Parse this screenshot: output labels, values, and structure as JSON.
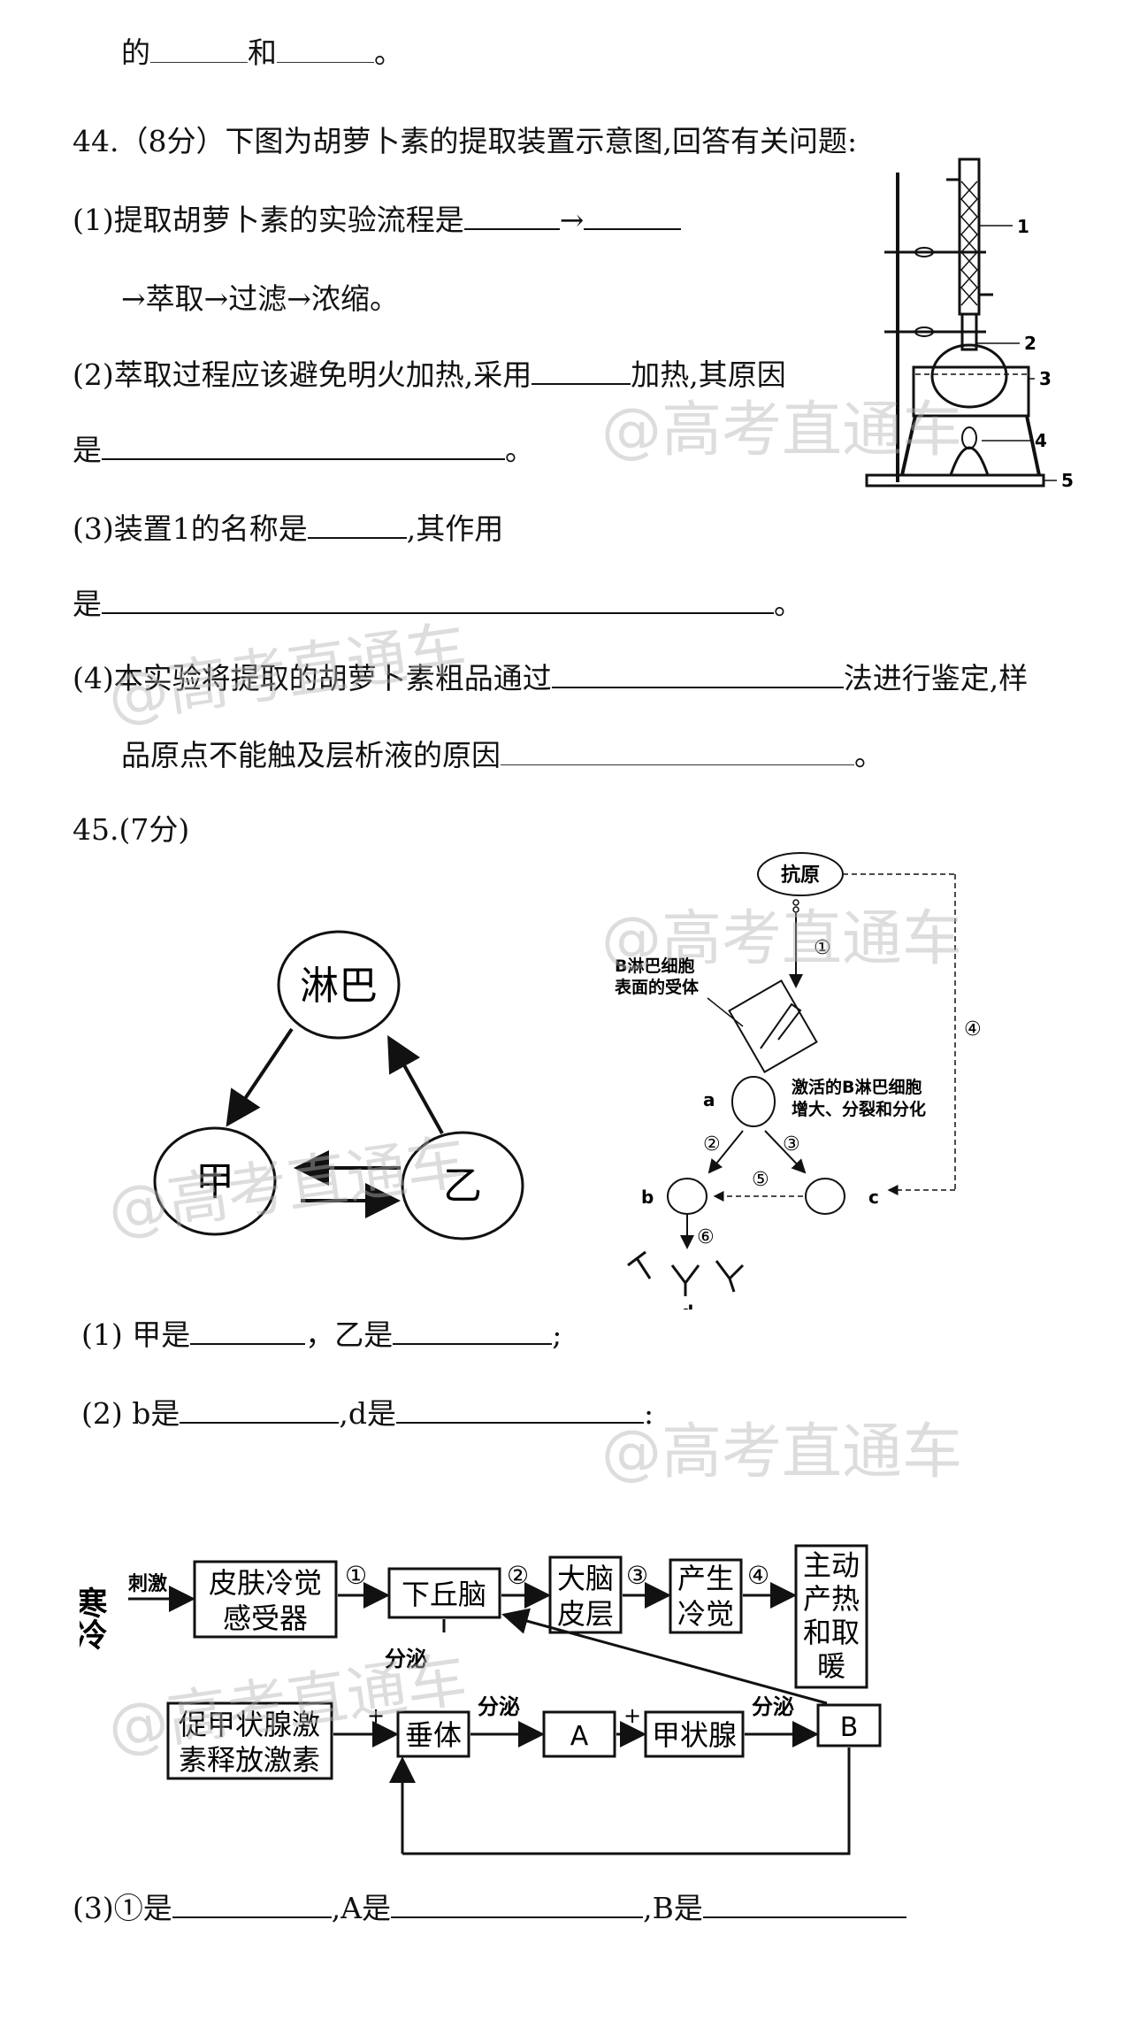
{
  "q43": {
    "text_a": "的",
    "text_b": "和",
    "text_end": "。"
  },
  "q44": {
    "header": "44.（8分）下图为胡萝卜素的提取装置示意图,回答有关问题:",
    "p1_a": "(1)提取胡萝卜素的实验流程是",
    "p1_arrow": "→",
    "p1_b": "→萃取→过滤→浓缩。",
    "p2_a": "(2)萃取过程应该避免明火加热,采用",
    "p2_b": "加热,其原因",
    "p2_c": "是",
    "p2_end": "。",
    "p3_a": "(3)装置1的名称是",
    "p3_b": ",其作用",
    "p3_c": "是",
    "p3_end": "。",
    "p4_a": "(4)本实验将提取的胡萝卜素粗品通过",
    "p4_b": "法进行鉴定,样",
    "p4_c": "品原点不能触及层析液的原因",
    "p4_end": "。",
    "apparatus_labels": [
      "1",
      "2",
      "3",
      "4",
      "5"
    ]
  },
  "q45": {
    "header": "45.(7分)",
    "triangle": {
      "top": "淋巴",
      "left": "甲",
      "right": "乙"
    },
    "immune": {
      "antigen": "抗原",
      "receptor_label_1": "B淋巴细胞",
      "receptor_label_2": "表面的受体",
      "activated_1": "激活的B淋巴细胞",
      "activated_2": "增大、分裂和分化",
      "cells": [
        "a",
        "b",
        "c",
        "d"
      ],
      "steps": [
        "①",
        "②",
        "③",
        "④",
        "⑤",
        "⑥"
      ]
    },
    "s1_a": "(1) 甲是",
    "s1_b": "，乙是",
    "s1_end": ";",
    "s2_a": "(2) b是",
    "s2_b": ",d是",
    "s2_end": ":",
    "flow": {
      "cold": "寒冷",
      "stimulus": "刺激",
      "skin": [
        "皮肤冷觉",
        "感受器"
      ],
      "hypothalamus": "下丘脑",
      "cortex": [
        "大脑",
        "皮层"
      ],
      "feel": [
        "产生",
        "冷觉"
      ],
      "action": [
        "主动",
        "产热",
        "和取",
        "暖"
      ],
      "trh": [
        "促甲状腺激",
        "素释放激素"
      ],
      "pituitary": "垂体",
      "thyroid": "甲状腺",
      "hormone_a": "A",
      "hormone_b": "B",
      "secrete": "分泌",
      "plus": "+",
      "steps": [
        "①",
        "②",
        "③",
        "④"
      ]
    },
    "s3_a": "(3)①是",
    "s3_b": ",A是",
    "s3_c": ",B是"
  },
  "watermark": "@高考直通车"
}
